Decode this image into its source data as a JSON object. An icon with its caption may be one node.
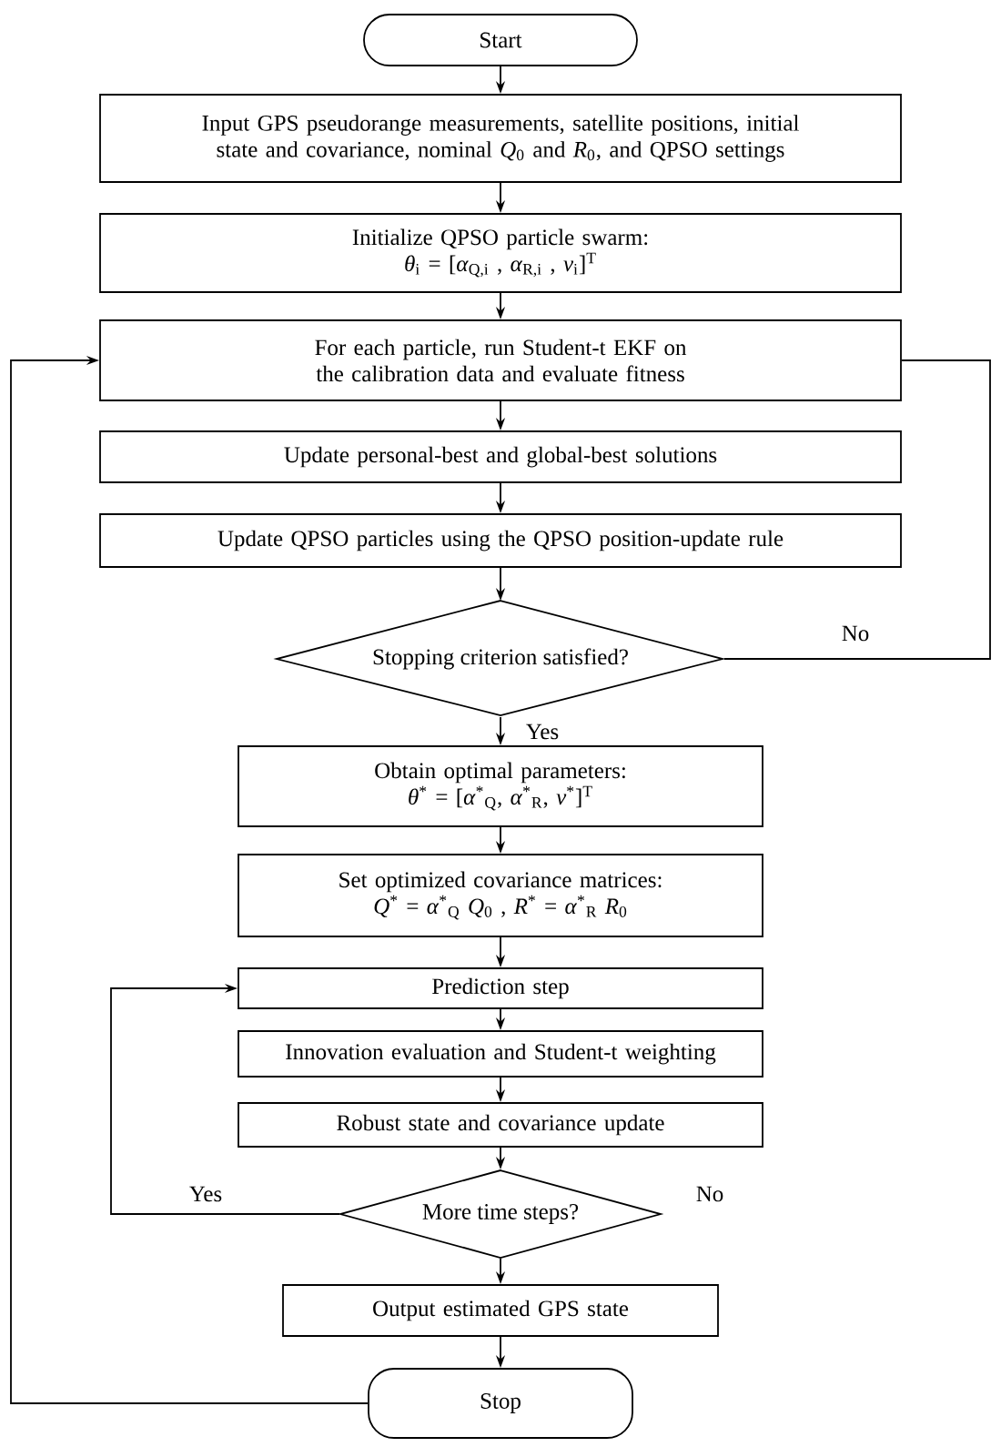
{
  "diagram": {
    "nodes": [
      {
        "text": [
          "Start"
        ]
      },
      {
        "text": [
          "Input GPS pseudorange measurements, satellite positions, initial state and covariance, nominal *Q*$_{0}$ and *R*$_{0}$, and QPSO settings"
        ]
      },
      {
        "text": [
          "Initialize QPSO particle swarm:",
          "*θ*$_{i}$ = [*α*$_{Q,i}$ ,  *α*$_{R,i}$ ,  *ν*$_{i}$]$^{T}$"
        ]
      },
      {
        "text": [
          "For each particle, run Student-t EKF on the calibration data and evaluate fitness"
        ]
      },
      {
        "text": [
          "Update personal-best and global-best solutions"
        ]
      },
      {
        "text": [
          "Update QPSO particles using the QPSO position-update rule"
        ]
      },
      {
        "text": [
          "Stopping criterion satisfied?"
        ]
      },
      {
        "text": [
          "Obtain optimal parameters:",
          "*θ*$^{*}$ = [*α*$^{*}$$_{Q}$, *α*$^{*}$$_{R}$, *ν*$^{*}$]$^{T}$"
        ]
      },
      {
        "text": [
          "Set optimized covariance matrices:",
          "*Q*$^{*}$ = *α*$^{*}$$_{Q}$ *Q*$_{0}$ ,    *R*$^{*}$ = *α*$^{*}$$_{R}$ *R*$_{0}$"
        ]
      },
      {
        "text": [
          "Prediction step"
        ]
      },
      {
        "text": [
          "Innovation evaluation and Student-t weighting"
        ]
      },
      {
        "text": [
          "Robust state and covariance update"
        ]
      },
      {
        "text": [
          "More time steps?"
        ]
      },
      {
        "text": [
          "Output estimated GPS state"
        ]
      },
      {
        "text": [
          "Stop"
        ]
      }
    ],
    "edges": [
      {
        "from": 0,
        "to": 1,
        "arrow": "to"
      },
      {
        "from": 1,
        "to": 2,
        "arrow": "to"
      },
      {
        "from": 2,
        "to": 3,
        "arrow": "to"
      },
      {
        "from": 3,
        "to": 4,
        "arrow": "to"
      },
      {
        "from": 4,
        "to": 5,
        "arrow": "to"
      },
      {
        "from": 5,
        "to": 6,
        "arrow": "to"
      },
      {
        "from": 6,
        "to": 3,
        "arrow": "none",
        "label": "No"
      },
      {
        "from": 6,
        "to": 7,
        "arrow": "to",
        "label": "Yes"
      },
      {
        "from": 7,
        "to": 8,
        "arrow": "to"
      },
      {
        "from": 8,
        "to": 9,
        "arrow": "to"
      },
      {
        "from": 9,
        "to": 10,
        "arrow": "to"
      },
      {
        "from": 10,
        "to": 11,
        "arrow": "to"
      },
      {
        "from": 11,
        "to": 12,
        "arrow": "to"
      },
      {
        "from": 12,
        "to": 9,
        "arrow": "to",
        "label": "Yes"
      },
      {
        "from": 12,
        "to": 13,
        "arrow": "to"
      },
      {
        "from": 13,
        "to": 14,
        "arrow": "to"
      },
      {
        "from": 14,
        "to": 3,
        "arrow": "to"
      }
    ],
    "labels": [
      "No"
    ]
  }
}
